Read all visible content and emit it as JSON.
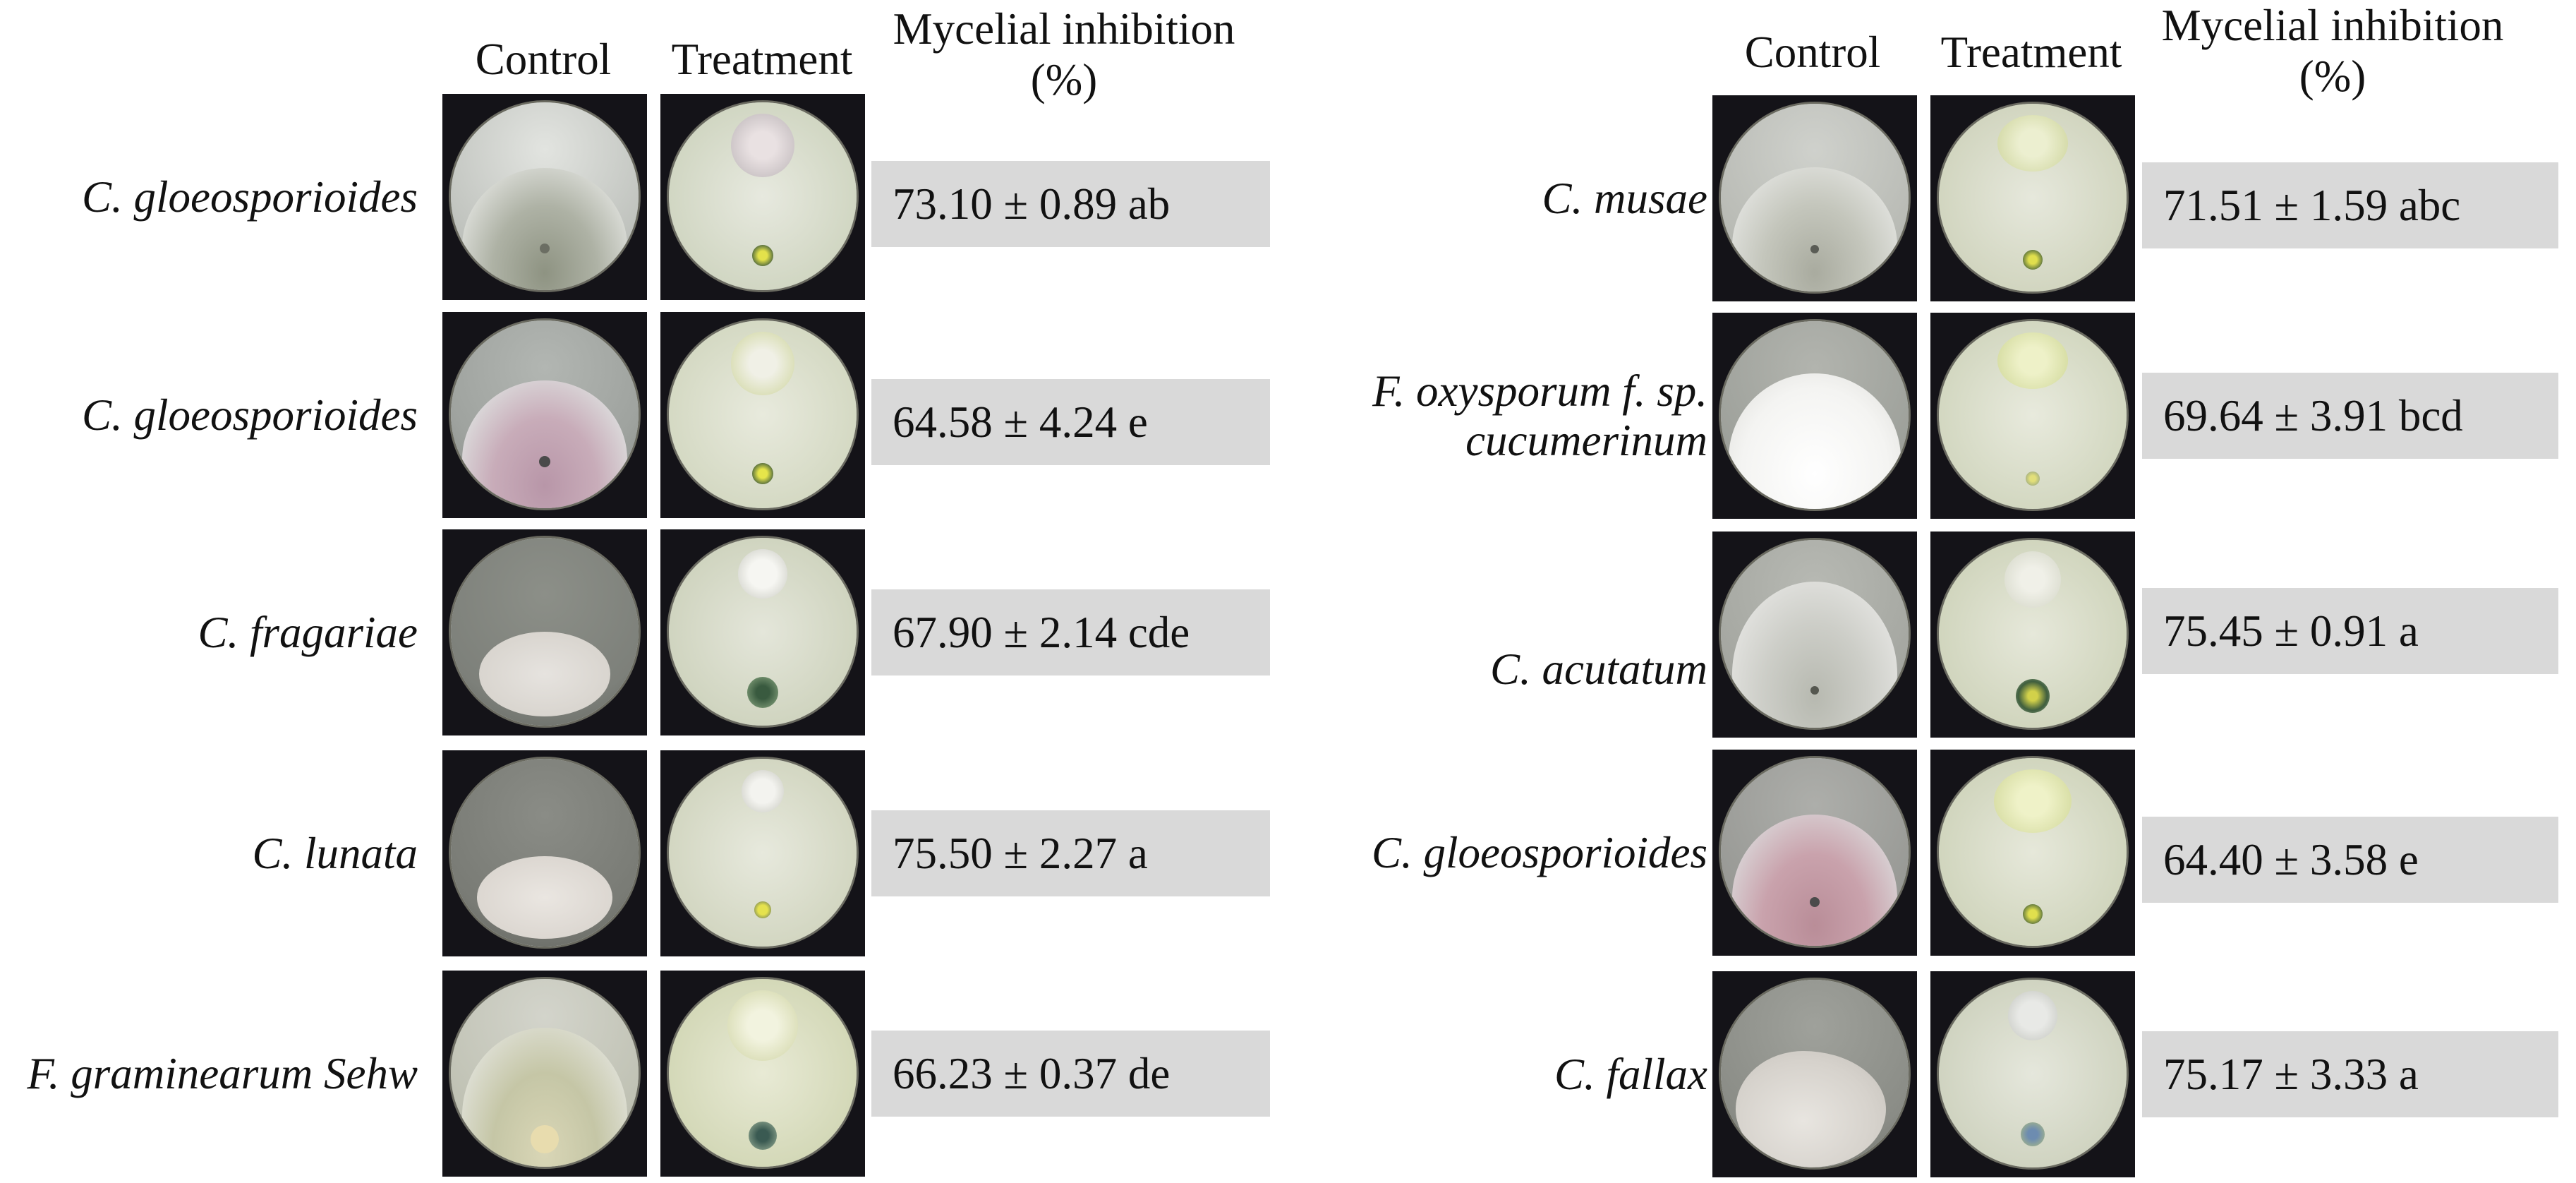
{
  "left": {
    "headers": {
      "control": "Control",
      "treatment": "Treatment",
      "inhibition": "Mycelial inhibition\n(%)"
    },
    "rows": [
      {
        "label": "C. gloeosporioides",
        "value": "73.10 ± 0.89 ab"
      },
      {
        "label": "C. gloeosporioides",
        "value": "64.58 ± 4.24 e"
      },
      {
        "label": "C. fragariae",
        "value": "67.90 ± 2.14 cde"
      },
      {
        "label": "C. lunata",
        "value": "75.50 ± 2.27 a"
      },
      {
        "label": "F. graminearum Sehw",
        "value": "66.23 ± 0.37 de"
      }
    ]
  },
  "right": {
    "headers": {
      "control": "Control",
      "treatment": "Treatment",
      "inhibition": "Mycelial inhibition\n(%)"
    },
    "rows": [
      {
        "label": "C. musae",
        "value": "71.51 ± 1.59 abc"
      },
      {
        "label": "F. oxysporum f. sp.\ncucumerinum",
        "value": "69.64 ± 3.91 bcd"
      },
      {
        "label": "C. acutatum",
        "value": "75.45 ± 0.91 a"
      },
      {
        "label": "C. gloeosporioides",
        "value": "64.40 ± 3.58 e"
      },
      {
        "label": "C. fallax",
        "value": "75.17 ± 3.33 a"
      }
    ]
  },
  "colors": {
    "value_box": "#d9d9d9",
    "plate_background": "#141318"
  }
}
